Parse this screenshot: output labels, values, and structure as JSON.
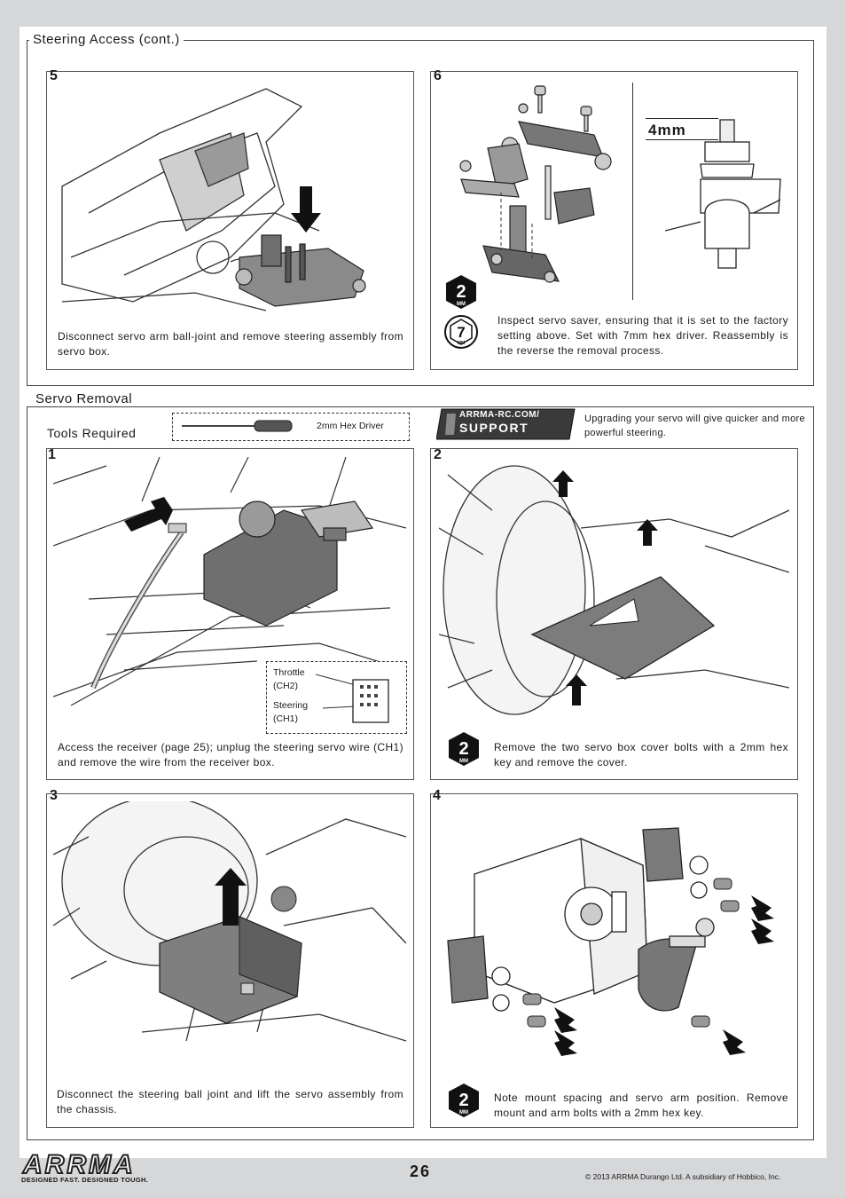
{
  "header": {
    "section1_title": "Steering Access (cont.)",
    "section2_title": "Servo Removal"
  },
  "steps": {
    "s5": {
      "num": "5",
      "caption": "Disconnect servo arm ball-joint and remove steering assembly from servo box."
    },
    "s6": {
      "num": "6",
      "caption": "Inspect servo saver, ensuring that it is set to the factory setting above. Set with 7mm hex driver. Reassembly is the reverse the removal process.",
      "dimension": "4mm"
    },
    "r1": {
      "num": "1",
      "caption": "Access the receiver (page 25); unplug the steering servo wire (CH1) and remove the wire from the receiver box.",
      "throttle_label": "Throttle",
      "throttle_ch": "(CH2)",
      "steering_label": "Steering",
      "steering_ch": "(CH1)"
    },
    "r2": {
      "num": "2",
      "caption": "Remove the two servo box cover bolts with a 2mm hex key and remove the cover."
    },
    "r3": {
      "num": "3",
      "caption": "Disconnect the steering ball joint and lift the servo assembly from the chassis."
    },
    "r4": {
      "num": "4",
      "caption": "Note mount spacing and servo arm position. Remove mount and arm bolts with a 2mm hex key."
    }
  },
  "tools": {
    "label": "Tools Required",
    "driver": "2mm Hex Driver"
  },
  "support": {
    "line1": "ARRMA-RC.COM/",
    "line2": "SUPPORT",
    "note": "Upgrading your servo will give quicker and more powerful steering."
  },
  "badges": {
    "two": "2",
    "seven": "7",
    "unit": "MM"
  },
  "footer": {
    "logo": "ARRMA",
    "tagline": "DESIGNED FAST. DESIGNED TOUGH.",
    "page": "26",
    "copyright": "© 2013 ARRMA Durango Ltd. A subsidiary of Hobbico, Inc."
  }
}
